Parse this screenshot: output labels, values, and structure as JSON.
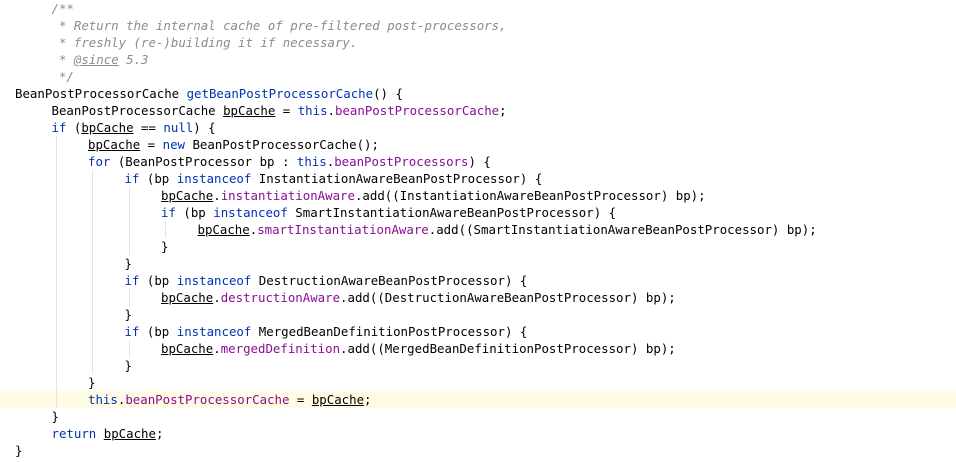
{
  "editor": {
    "language": "java",
    "colors": {
      "background": "#ffffff",
      "current_line": "#fffae3",
      "doc_comment": "#8c8c8c",
      "keyword": "#0033b3",
      "field": "#871094",
      "plain": "#000000"
    },
    "current_line_index": 23,
    "lines": [
      {
        "indent": 1,
        "tokens": [
          {
            "t": "doc",
            "v": "/**"
          }
        ]
      },
      {
        "indent": 1,
        "tokens": [
          {
            "t": "doc",
            "v": " * Return the internal cache of pre-filtered post-processors,"
          }
        ]
      },
      {
        "indent": 1,
        "tokens": [
          {
            "t": "doc",
            "v": " * freshly (re-)building it if necessary."
          }
        ]
      },
      {
        "indent": 1,
        "tokens": [
          {
            "t": "doc",
            "v": " * "
          },
          {
            "t": "tag",
            "v": "@since"
          },
          {
            "t": "doc",
            "v": " 5.3"
          }
        ]
      },
      {
        "indent": 1,
        "tokens": [
          {
            "t": "doc",
            "v": " */"
          }
        ]
      },
      {
        "indent": 0,
        "tokens": [
          {
            "t": "pl",
            "v": "BeanPostProcessorCache "
          },
          {
            "t": "kw",
            "v": "getBeanPostProcessorCache"
          },
          {
            "t": "pl",
            "v": "() {"
          }
        ]
      },
      {
        "indent": 1,
        "tokens": [
          {
            "t": "pl",
            "v": "BeanPostProcessorCache "
          },
          {
            "t": "ul",
            "v": "bpCache"
          },
          {
            "t": "pl",
            "v": " = "
          },
          {
            "t": "kw",
            "v": "this"
          },
          {
            "t": "pl",
            "v": "."
          },
          {
            "t": "fld",
            "v": "beanPostProcessorCache"
          },
          {
            "t": "pl",
            "v": ";"
          }
        ]
      },
      {
        "indent": 1,
        "tokens": [
          {
            "t": "kw",
            "v": "if"
          },
          {
            "t": "pl",
            "v": " ("
          },
          {
            "t": "ul",
            "v": "bpCache"
          },
          {
            "t": "pl",
            "v": " == "
          },
          {
            "t": "kw",
            "v": "null"
          },
          {
            "t": "pl",
            "v": ") {"
          }
        ]
      },
      {
        "indent": 2,
        "tokens": [
          {
            "t": "ul",
            "v": "bpCache"
          },
          {
            "t": "pl",
            "v": " = "
          },
          {
            "t": "kw",
            "v": "new"
          },
          {
            "t": "pl",
            "v": " BeanPostProcessorCache();"
          }
        ]
      },
      {
        "indent": 2,
        "tokens": [
          {
            "t": "kw",
            "v": "for"
          },
          {
            "t": "pl",
            "v": " (BeanPostProcessor bp : "
          },
          {
            "t": "kw",
            "v": "this"
          },
          {
            "t": "pl",
            "v": "."
          },
          {
            "t": "fld",
            "v": "beanPostProcessors"
          },
          {
            "t": "pl",
            "v": ") {"
          }
        ]
      },
      {
        "indent": 3,
        "tokens": [
          {
            "t": "kw",
            "v": "if"
          },
          {
            "t": "pl",
            "v": " (bp "
          },
          {
            "t": "kw",
            "v": "instanceof"
          },
          {
            "t": "pl",
            "v": " InstantiationAwareBeanPostProcessor) {"
          }
        ]
      },
      {
        "indent": 4,
        "tokens": [
          {
            "t": "ul",
            "v": "bpCache"
          },
          {
            "t": "pl",
            "v": "."
          },
          {
            "t": "fld",
            "v": "instantiationAware"
          },
          {
            "t": "pl",
            "v": ".add((InstantiationAwareBeanPostProcessor) bp);"
          }
        ]
      },
      {
        "indent": 4,
        "tokens": [
          {
            "t": "kw",
            "v": "if"
          },
          {
            "t": "pl",
            "v": " (bp "
          },
          {
            "t": "kw",
            "v": "instanceof"
          },
          {
            "t": "pl",
            "v": " SmartInstantiationAwareBeanPostProcessor) {"
          }
        ]
      },
      {
        "indent": 5,
        "tokens": [
          {
            "t": "ul",
            "v": "bpCache"
          },
          {
            "t": "pl",
            "v": "."
          },
          {
            "t": "fld",
            "v": "smartInstantiationAware"
          },
          {
            "t": "pl",
            "v": ".add((SmartInstantiationAwareBeanPostProcessor) bp);"
          }
        ]
      },
      {
        "indent": 4,
        "tokens": [
          {
            "t": "pl",
            "v": "}"
          }
        ]
      },
      {
        "indent": 3,
        "tokens": [
          {
            "t": "pl",
            "v": "}"
          }
        ]
      },
      {
        "indent": 3,
        "tokens": [
          {
            "t": "kw",
            "v": "if"
          },
          {
            "t": "pl",
            "v": " (bp "
          },
          {
            "t": "kw",
            "v": "instanceof"
          },
          {
            "t": "pl",
            "v": " DestructionAwareBeanPostProcessor) {"
          }
        ]
      },
      {
        "indent": 4,
        "tokens": [
          {
            "t": "ul",
            "v": "bpCache"
          },
          {
            "t": "pl",
            "v": "."
          },
          {
            "t": "fld",
            "v": "destructionAware"
          },
          {
            "t": "pl",
            "v": ".add((DestructionAwareBeanPostProcessor) bp);"
          }
        ]
      },
      {
        "indent": 3,
        "tokens": [
          {
            "t": "pl",
            "v": "}"
          }
        ]
      },
      {
        "indent": 3,
        "tokens": [
          {
            "t": "kw",
            "v": "if"
          },
          {
            "t": "pl",
            "v": " (bp "
          },
          {
            "t": "kw",
            "v": "instanceof"
          },
          {
            "t": "pl",
            "v": " MergedBeanDefinitionPostProcessor) {"
          }
        ]
      },
      {
        "indent": 4,
        "tokens": [
          {
            "t": "ul",
            "v": "bpCache"
          },
          {
            "t": "pl",
            "v": "."
          },
          {
            "t": "fld",
            "v": "mergedDefinition"
          },
          {
            "t": "pl",
            "v": ".add((MergedBeanDefinitionPostProcessor) bp);"
          }
        ]
      },
      {
        "indent": 3,
        "tokens": [
          {
            "t": "pl",
            "v": "}"
          }
        ]
      },
      {
        "indent": 2,
        "tokens": [
          {
            "t": "pl",
            "v": "}"
          }
        ]
      },
      {
        "indent": 2,
        "tokens": [
          {
            "t": "kw",
            "v": "this"
          },
          {
            "t": "pl",
            "v": "."
          },
          {
            "t": "fld",
            "v": "beanPostProcessorCache"
          },
          {
            "t": "pl",
            "v": " = "
          },
          {
            "t": "ul",
            "v": "bpCache"
          },
          {
            "t": "pl",
            "v": ";"
          }
        ]
      },
      {
        "indent": 1,
        "tokens": [
          {
            "t": "pl",
            "v": "}"
          }
        ]
      },
      {
        "indent": 1,
        "tokens": [
          {
            "t": "kw",
            "v": "return"
          },
          {
            "t": "pl",
            "v": " "
          },
          {
            "t": "ul",
            "v": "bpCache"
          },
          {
            "t": "pl",
            "v": ";"
          }
        ]
      },
      {
        "indent": 0,
        "tokens": [
          {
            "t": "pl",
            "v": "}"
          }
        ]
      }
    ]
  }
}
